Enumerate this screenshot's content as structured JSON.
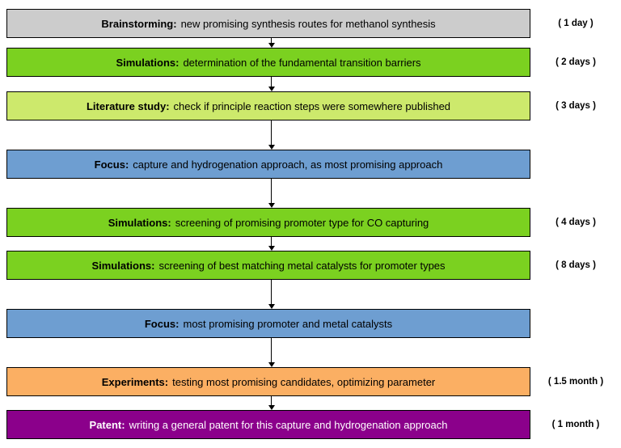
{
  "colors": {
    "border": "#000000",
    "gray": "#cccccc",
    "green": "#7bd120",
    "light_green": "#cde96c",
    "blue": "#6e9ed1",
    "orange": "#fbaf63",
    "purple": "#8b008b",
    "default_text": "#000000",
    "patent_text": "#ffffff"
  },
  "steps": [
    {
      "label": "Brainstorming:",
      "text": "new promising synthesis routes for methanol synthesis",
      "duration": "( 1 day )",
      "bg": "#cccccc",
      "fg": "#000000"
    },
    {
      "label": "Simulations:",
      "text": "determination of the fundamental transition barriers",
      "duration": "( 2 days )",
      "bg": "#7bd120",
      "fg": "#000000"
    },
    {
      "label": "Literature study:",
      "text": "check if principle reaction steps were somewhere published",
      "duration": "( 3 days )",
      "bg": "#cde96c",
      "fg": "#000000"
    },
    {
      "label": "Focus:",
      "text": "capture and hydrogenation approach, as most promising approach",
      "bg": "#6e9ed1",
      "fg": "#000000"
    },
    {
      "label": "Simulations:",
      "text": "screening of promising promoter type for CO capturing",
      "duration": "( 4 days )",
      "bg": "#7bd120",
      "fg": "#000000"
    },
    {
      "label": "Simulations:",
      "text": "screening of best matching metal catalysts for promoter types",
      "duration": "( 8 days )",
      "bg": "#7bd120",
      "fg": "#000000"
    },
    {
      "label": "Focus:",
      "text": "most promising promoter and metal catalysts",
      "bg": "#6e9ed1",
      "fg": "#000000"
    },
    {
      "label": "Experiments:",
      "text": "testing most promising candidates, optimizing parameter",
      "duration": "( 1.5 month )",
      "bg": "#fbaf63",
      "fg": "#000000"
    },
    {
      "label": "Patent:",
      "text": "writing a general patent for this capture and hydrogenation approach",
      "duration": "( 1 month )",
      "bg": "#8b008b",
      "fg": "#ffffff"
    }
  ]
}
